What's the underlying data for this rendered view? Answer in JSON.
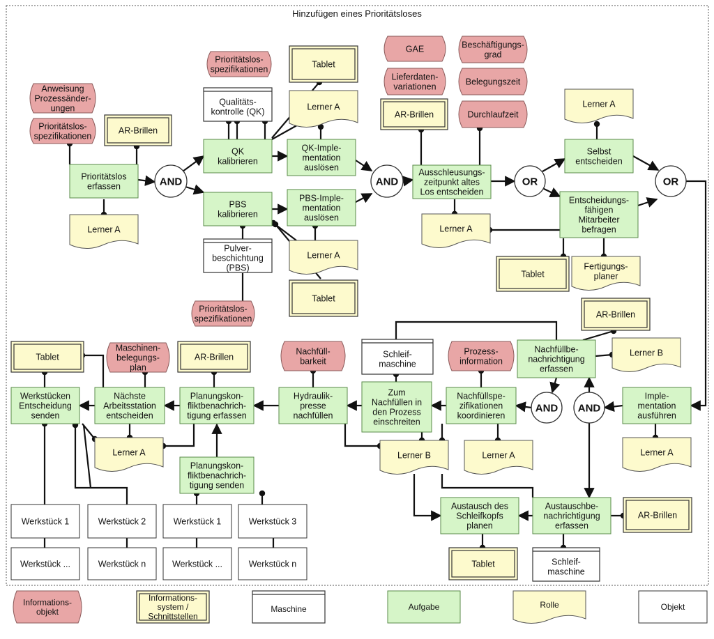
{
  "title": "Hinzufügen eines Prioritätsloses",
  "colors": {
    "aufgabe": "#d6f5c8",
    "rolle": "#fdfacd",
    "info_objekt": "#e8a6a6",
    "system_outer": "#fdfacd",
    "objekt": "#ffffff",
    "edge": "#111111"
  },
  "nodes": [
    {
      "id": "info_anweisung",
      "type": "info",
      "label": "Anweisung|Prozessänder-|ungen"
    },
    {
      "id": "info_prio_spez_1",
      "type": "info",
      "label": "Prioritätslos-|spezifikationen"
    },
    {
      "id": "sys_ar_1",
      "type": "system",
      "label": "AR-Brillen"
    },
    {
      "id": "task_prio_erfassen",
      "type": "task",
      "label": "Prioritätslos|erfassen"
    },
    {
      "id": "role_lerner_a1",
      "type": "role",
      "label": "Lerner A"
    },
    {
      "id": "and_1",
      "type": "op",
      "label": "AND"
    },
    {
      "id": "info_prio_spez_2",
      "type": "info",
      "label": "Prioritätslos-|spezifikationen"
    },
    {
      "id": "sys_tablet_1",
      "type": "system",
      "label": "Tablet"
    },
    {
      "id": "machine_qk",
      "type": "machine",
      "label": "Qualitäts-|kontrolle (QK)"
    },
    {
      "id": "role_lerner_a2",
      "type": "role",
      "label": "Lerner A"
    },
    {
      "id": "task_qk_kal",
      "type": "task",
      "label": "QK|kalibrieren"
    },
    {
      "id": "task_qk_impl",
      "type": "task",
      "label": "QK-Imple-|mentation|auslösen"
    },
    {
      "id": "task_pbs_kal",
      "type": "task",
      "label": "PBS|kalibrieren"
    },
    {
      "id": "task_pbs_impl",
      "type": "task",
      "label": "PBS-Imple-|mentation|auslösen"
    },
    {
      "id": "machine_pbs",
      "type": "machine",
      "label": "Pulver-|beschichtung|(PBS)"
    },
    {
      "id": "role_lerner_a3",
      "type": "role",
      "label": "Lerner A"
    },
    {
      "id": "sys_tablet_2",
      "type": "system",
      "label": "Tablet"
    },
    {
      "id": "info_prio_spez_3",
      "type": "info",
      "label": "Prioritätslos-|spezifikationen"
    },
    {
      "id": "and_2",
      "type": "op",
      "label": "AND"
    },
    {
      "id": "info_gae",
      "type": "info",
      "label": "GAE"
    },
    {
      "id": "info_besch",
      "type": "info",
      "label": "Beschäftigungs-|grad"
    },
    {
      "id": "info_liefer",
      "type": "info",
      "label": "Lieferdaten-|variationen"
    },
    {
      "id": "info_belegung",
      "type": "info",
      "label": "Belegungszeit"
    },
    {
      "id": "sys_ar_2",
      "type": "system",
      "label": "AR-Brillen"
    },
    {
      "id": "info_durchlauf",
      "type": "info",
      "label": "Durchlaufzeit"
    },
    {
      "id": "task_ausschleusung",
      "type": "task",
      "label": "Ausschleusungs-|zeitpunkt altes|Los entscheiden"
    },
    {
      "id": "role_lerner_a4",
      "type": "role",
      "label": "Lerner A"
    },
    {
      "id": "or_1",
      "type": "op",
      "label": "OR"
    },
    {
      "id": "role_lerner_a5",
      "type": "role",
      "label": "Lerner A"
    },
    {
      "id": "task_selbst",
      "type": "task",
      "label": "Selbst|entscheiden"
    },
    {
      "id": "task_befragen",
      "type": "task",
      "label": "Entscheidungs-|fähigen|Mitarbeiter|befragen"
    },
    {
      "id": "or_2",
      "type": "op",
      "label": "OR"
    },
    {
      "id": "sys_tablet_3",
      "type": "system",
      "label": "Tablet"
    },
    {
      "id": "role_fertigung",
      "type": "role",
      "label": "Fertigungs-|planer"
    },
    {
      "id": "sys_ar_3",
      "type": "system",
      "label": "AR-Brillen"
    },
    {
      "id": "sys_tablet_4",
      "type": "system",
      "label": "Tablet"
    },
    {
      "id": "info_maschinen",
      "type": "info",
      "label": "Maschinen-|belegungs-|plan"
    },
    {
      "id": "sys_ar_4",
      "type": "system",
      "label": "AR-Brillen"
    },
    {
      "id": "info_nachfuell",
      "type": "info",
      "label": "Nachfüll-|barkeit"
    },
    {
      "id": "machine_schleif_1",
      "type": "machine",
      "label": "Schleif-|maschine"
    },
    {
      "id": "info_prozess",
      "type": "info",
      "label": "Prozess-|information"
    },
    {
      "id": "task_nachfuellbe",
      "type": "task",
      "label": "Nachfüllbe-|nachrichtigung|erfassen"
    },
    {
      "id": "role_lerner_b1",
      "type": "role",
      "label": "Lerner B"
    },
    {
      "id": "task_werkstuecken",
      "type": "task",
      "label": "Werkstücken|Entscheidung|senden"
    },
    {
      "id": "task_naechste",
      "type": "task",
      "label": "Nächste|Arbeitsstation|entscheiden"
    },
    {
      "id": "task_plan_erfassen",
      "type": "task",
      "label": "Planungskon-|fliktbenachrich-|tigung erfassen"
    },
    {
      "id": "task_hydraulik",
      "type": "task",
      "label": "Hydraulik-|presse|nachfüllen"
    },
    {
      "id": "task_zum_nachf",
      "type": "task",
      "label": "Zum|Nachfüllen in|den Prozess|einschreiten"
    },
    {
      "id": "task_nachf_spez",
      "type": "task",
      "label": "Nachfüllspe-|zifikationen|koordinieren"
    },
    {
      "id": "and_3",
      "type": "op",
      "label": "AND"
    },
    {
      "id": "and_4",
      "type": "op",
      "label": "AND"
    },
    {
      "id": "task_impl_ausf",
      "type": "task",
      "label": "Imple-|mentation|ausführen"
    },
    {
      "id": "role_lerner_a6",
      "type": "role",
      "label": "Lerner A"
    },
    {
      "id": "role_lerner_b2",
      "type": "role",
      "label": "Lerner B"
    },
    {
      "id": "role_lerner_a7",
      "type": "role",
      "label": "Lerner A"
    },
    {
      "id": "role_lerner_a8",
      "type": "role",
      "label": "Lerner A"
    },
    {
      "id": "task_plan_senden",
      "type": "task",
      "label": "Planungskon-|fliktbenachrich-|tigung senden"
    },
    {
      "id": "task_austausch_plan",
      "type": "task",
      "label": "Austausch des|Schleifkopfs|planen"
    },
    {
      "id": "task_austauschbe",
      "type": "task",
      "label": "Austauschbe-|nachrichtigung|erfassen"
    },
    {
      "id": "sys_ar_5",
      "type": "system",
      "label": "AR-Brillen"
    },
    {
      "id": "sys_tablet_5",
      "type": "system",
      "label": "Tablet"
    },
    {
      "id": "machine_schleif_2",
      "type": "machine",
      "label": "Schleif-|maschine"
    },
    {
      "id": "obj_ws1a",
      "type": "object",
      "label": "Werkstück 1"
    },
    {
      "id": "obj_ws2",
      "type": "object",
      "label": "Werkstück 2"
    },
    {
      "id": "obj_ws1b",
      "type": "object",
      "label": "Werkstück 1"
    },
    {
      "id": "obj_ws3",
      "type": "object",
      "label": "Werkstück 3"
    },
    {
      "id": "obj_wsdots_a",
      "type": "object",
      "label": "Werkstück ..."
    },
    {
      "id": "obj_wsn_a",
      "type": "object",
      "label": "Werkstück n"
    },
    {
      "id": "obj_wsdots_b",
      "type": "object",
      "label": "Werkstück ..."
    },
    {
      "id": "obj_wsn_b",
      "type": "object",
      "label": "Werkstück n"
    }
  ],
  "legend": [
    {
      "type": "info",
      "label": "Informations-|objekt"
    },
    {
      "type": "system",
      "label": "Informations-|system /|Schnittstellen"
    },
    {
      "type": "machine",
      "label": "Maschine"
    },
    {
      "type": "task",
      "label": "Aufgabe"
    },
    {
      "type": "role",
      "label": "Rolle"
    },
    {
      "type": "object",
      "label": "Objekt"
    }
  ]
}
